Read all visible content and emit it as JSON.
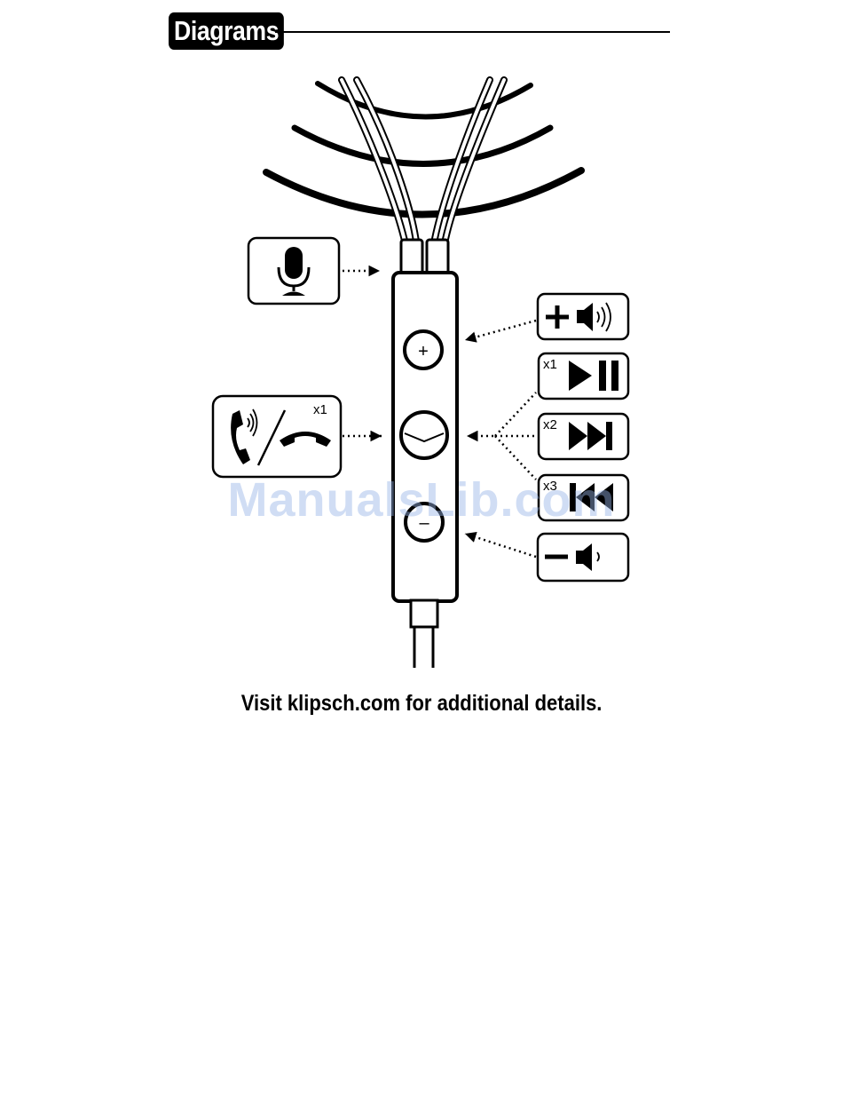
{
  "header": {
    "title": "Diagrams"
  },
  "diagram": {
    "labels": {
      "answer_end_call_press": "x1",
      "play_pause_press": "x1",
      "next_track_press": "x2",
      "previous_track_press": "x3"
    },
    "icons": [
      "microphone-icon",
      "phone-ringing-icon",
      "phone-hangup-icon",
      "volume-up-icon",
      "play-pause-icon",
      "next-track-icon",
      "previous-track-icon",
      "volume-down-icon"
    ],
    "remote_buttons": {
      "plus": "+",
      "minus": "–"
    }
  },
  "footer": {
    "note": "Visit klipsch.com for additional details."
  },
  "watermark": {
    "text": "ManualsLib.com"
  },
  "colors": {
    "ink": "#000000",
    "watermark": "#96b4e6"
  }
}
